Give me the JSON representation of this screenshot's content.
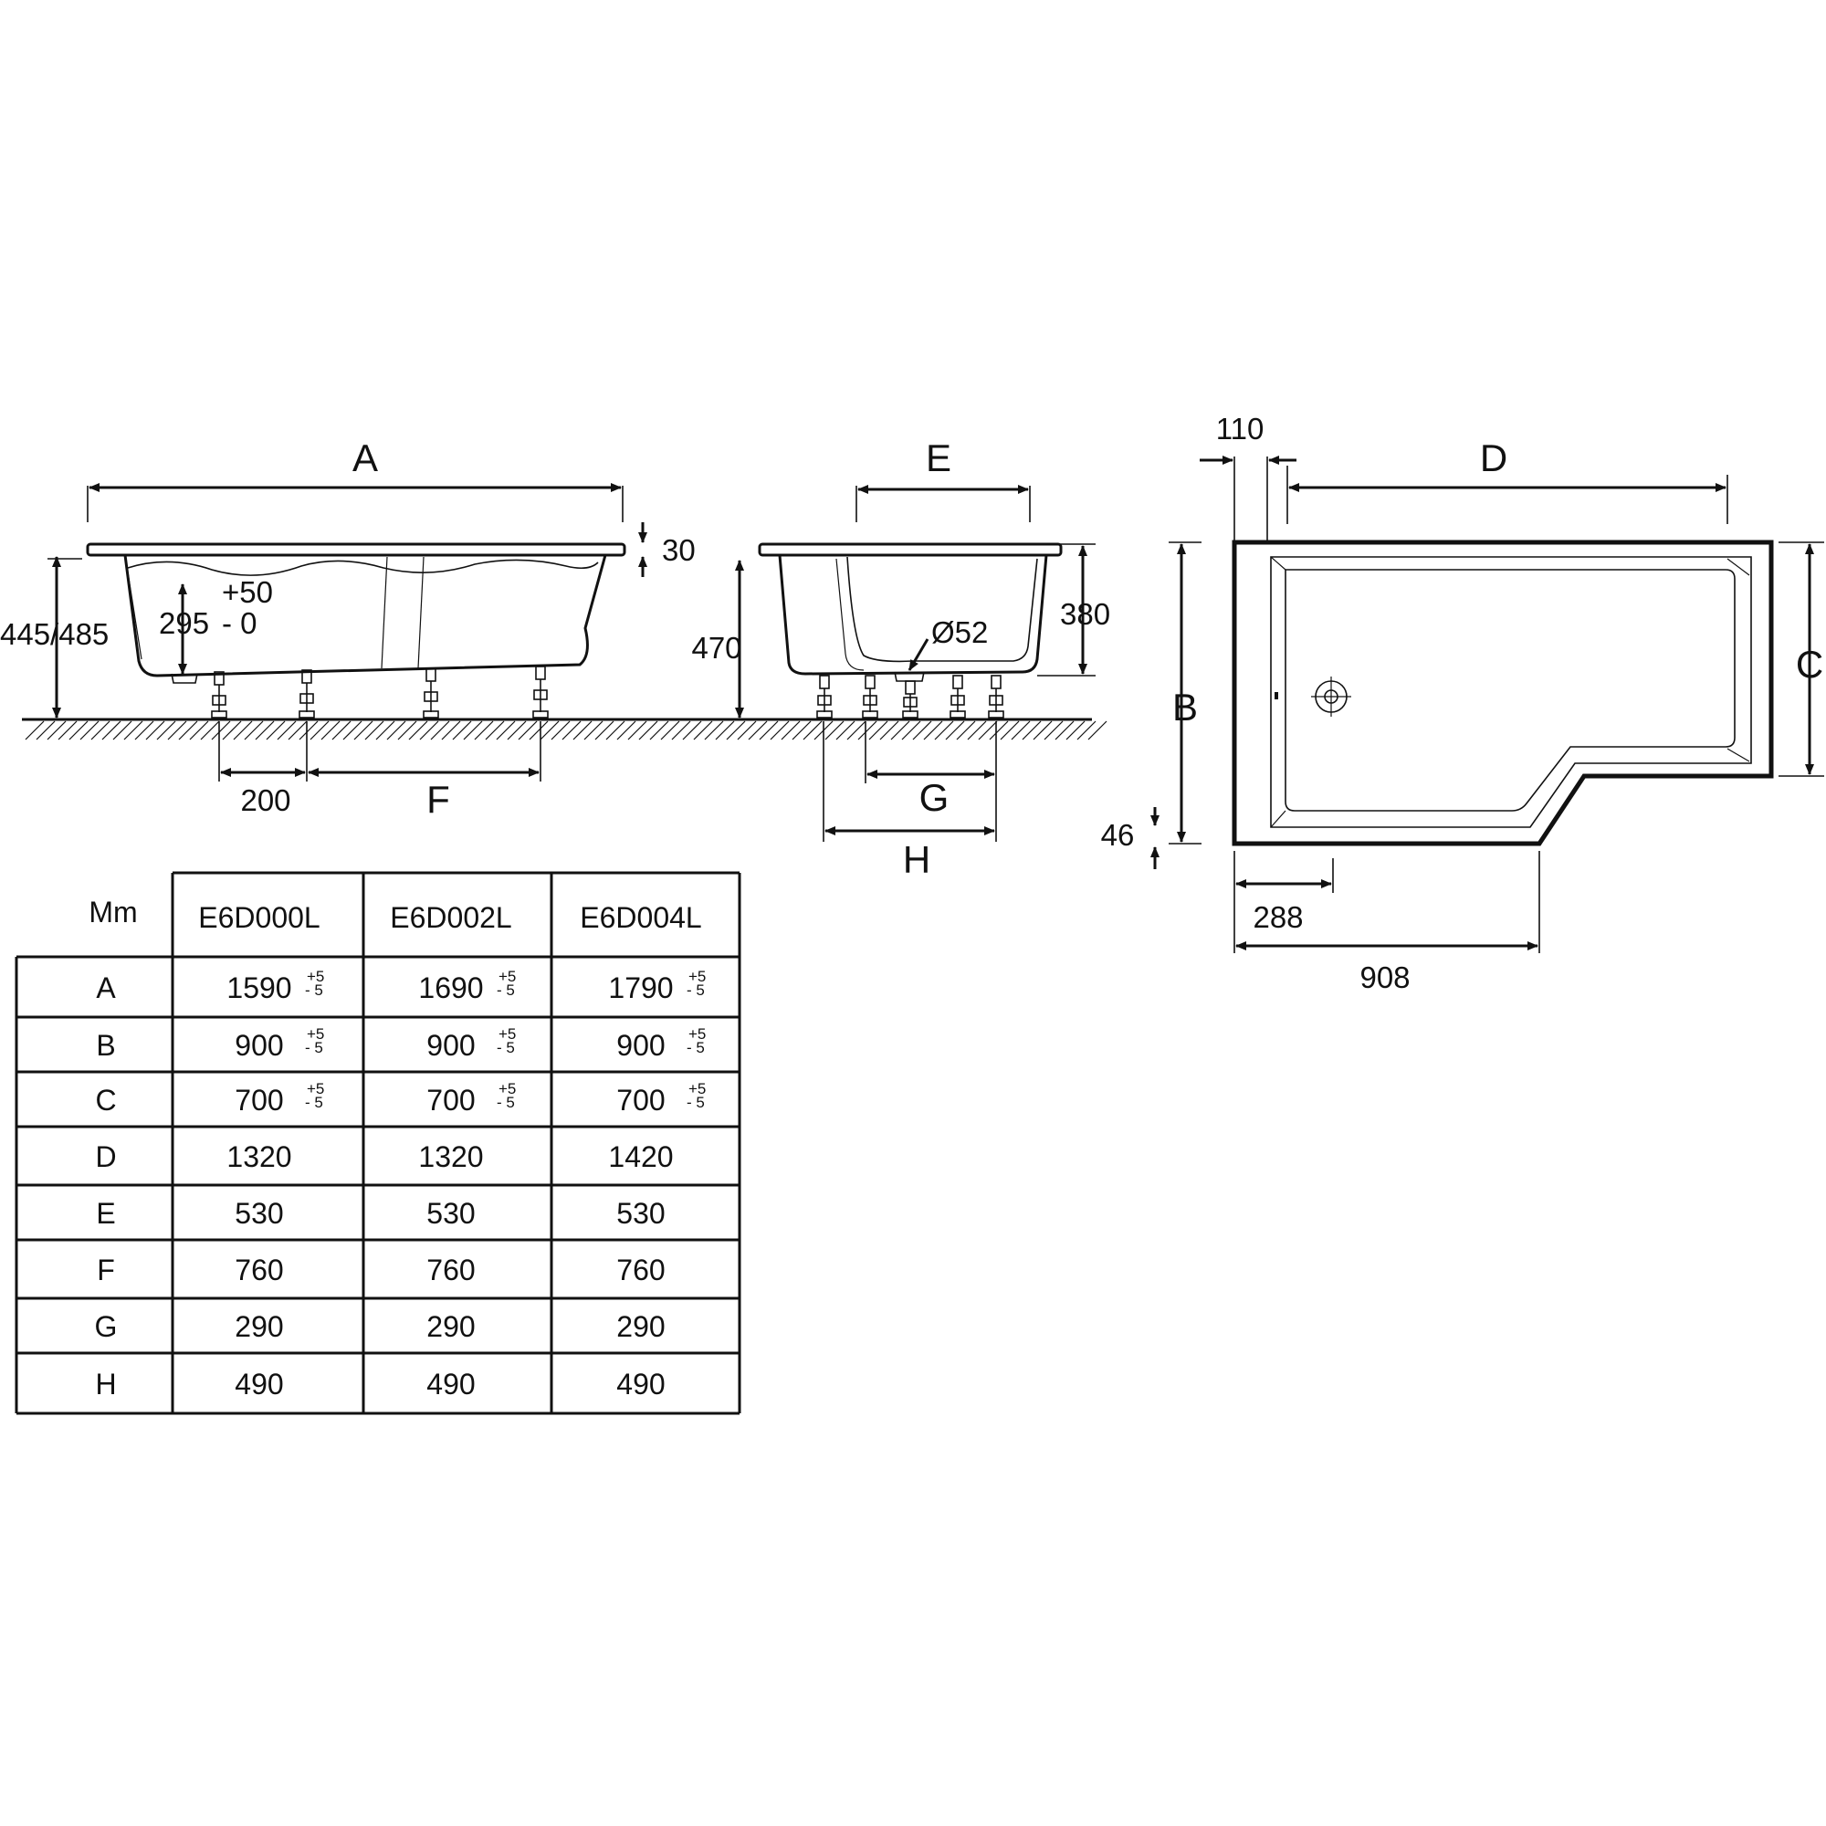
{
  "labels": {
    "A": "A",
    "B": "B",
    "C": "C",
    "D": "D",
    "E": "E",
    "F": "F",
    "G": "G",
    "H": "H",
    "dim_30": "30",
    "dim_445_485": "445/485",
    "dim_plus50": "+50",
    "dim_295": "295",
    "dim_minus0": "- 0",
    "dim_200": "200",
    "dim_470": "470",
    "dim_380": "380",
    "dim_phi52": "Ø52",
    "dim_110": "110",
    "dim_46": "46",
    "dim_288": "288",
    "dim_908": "908"
  },
  "table": {
    "unit": "Mm",
    "models": [
      "E6D000L",
      "E6D002L",
      "E6D004L"
    ],
    "tol_plus": "+5",
    "tol_minus": "- 5",
    "rows": [
      {
        "key": "A",
        "values": [
          "1590",
          "1690",
          "1790"
        ],
        "tol": true
      },
      {
        "key": "B",
        "values": [
          "900",
          "900",
          "900"
        ],
        "tol": true
      },
      {
        "key": "C",
        "values": [
          "700",
          "700",
          "700"
        ],
        "tol": true
      },
      {
        "key": "D",
        "values": [
          "1320",
          "1320",
          "1420"
        ],
        "tol": false
      },
      {
        "key": "E",
        "values": [
          "530",
          "530",
          "530"
        ],
        "tol": false
      },
      {
        "key": "F",
        "values": [
          "760",
          "760",
          "760"
        ],
        "tol": false
      },
      {
        "key": "G",
        "values": [
          "290",
          "290",
          "290"
        ],
        "tol": false
      },
      {
        "key": "H",
        "values": [
          "490",
          "490",
          "490"
        ],
        "tol": false
      }
    ]
  }
}
